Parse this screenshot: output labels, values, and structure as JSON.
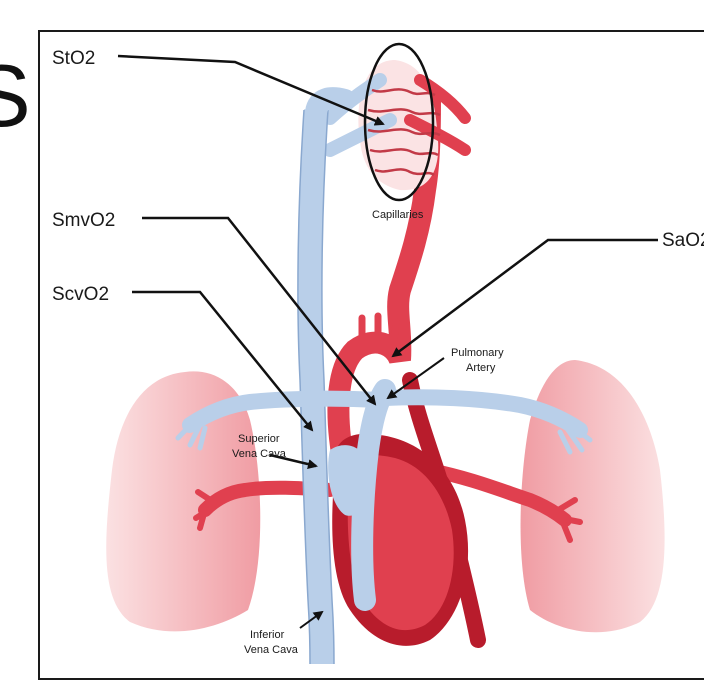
{
  "slide_fragment_text": "S",
  "labels": {
    "sto2": "StO2",
    "smvo2": "SmvO2",
    "scvo2": "ScvO2",
    "sao2": "SaO2",
    "capillaries": "Capillaries",
    "pulmonary_artery_line1": "Pulmonary",
    "pulmonary_artery_line2": "Artery",
    "svc_line1": "Superior",
    "svc_line2": "Vena Cava",
    "ivc_line1": "Inferior",
    "ivc_line2": "Vena Cava"
  },
  "colors": {
    "venous_blue": "#b9cfe9",
    "venous_outline": "#8aa8cf",
    "arterial_red": "#e0404f",
    "arterial_dark": "#b81c2c",
    "lung_pink": "#f4b6ba",
    "lung_light": "#fbd9db"
  }
}
